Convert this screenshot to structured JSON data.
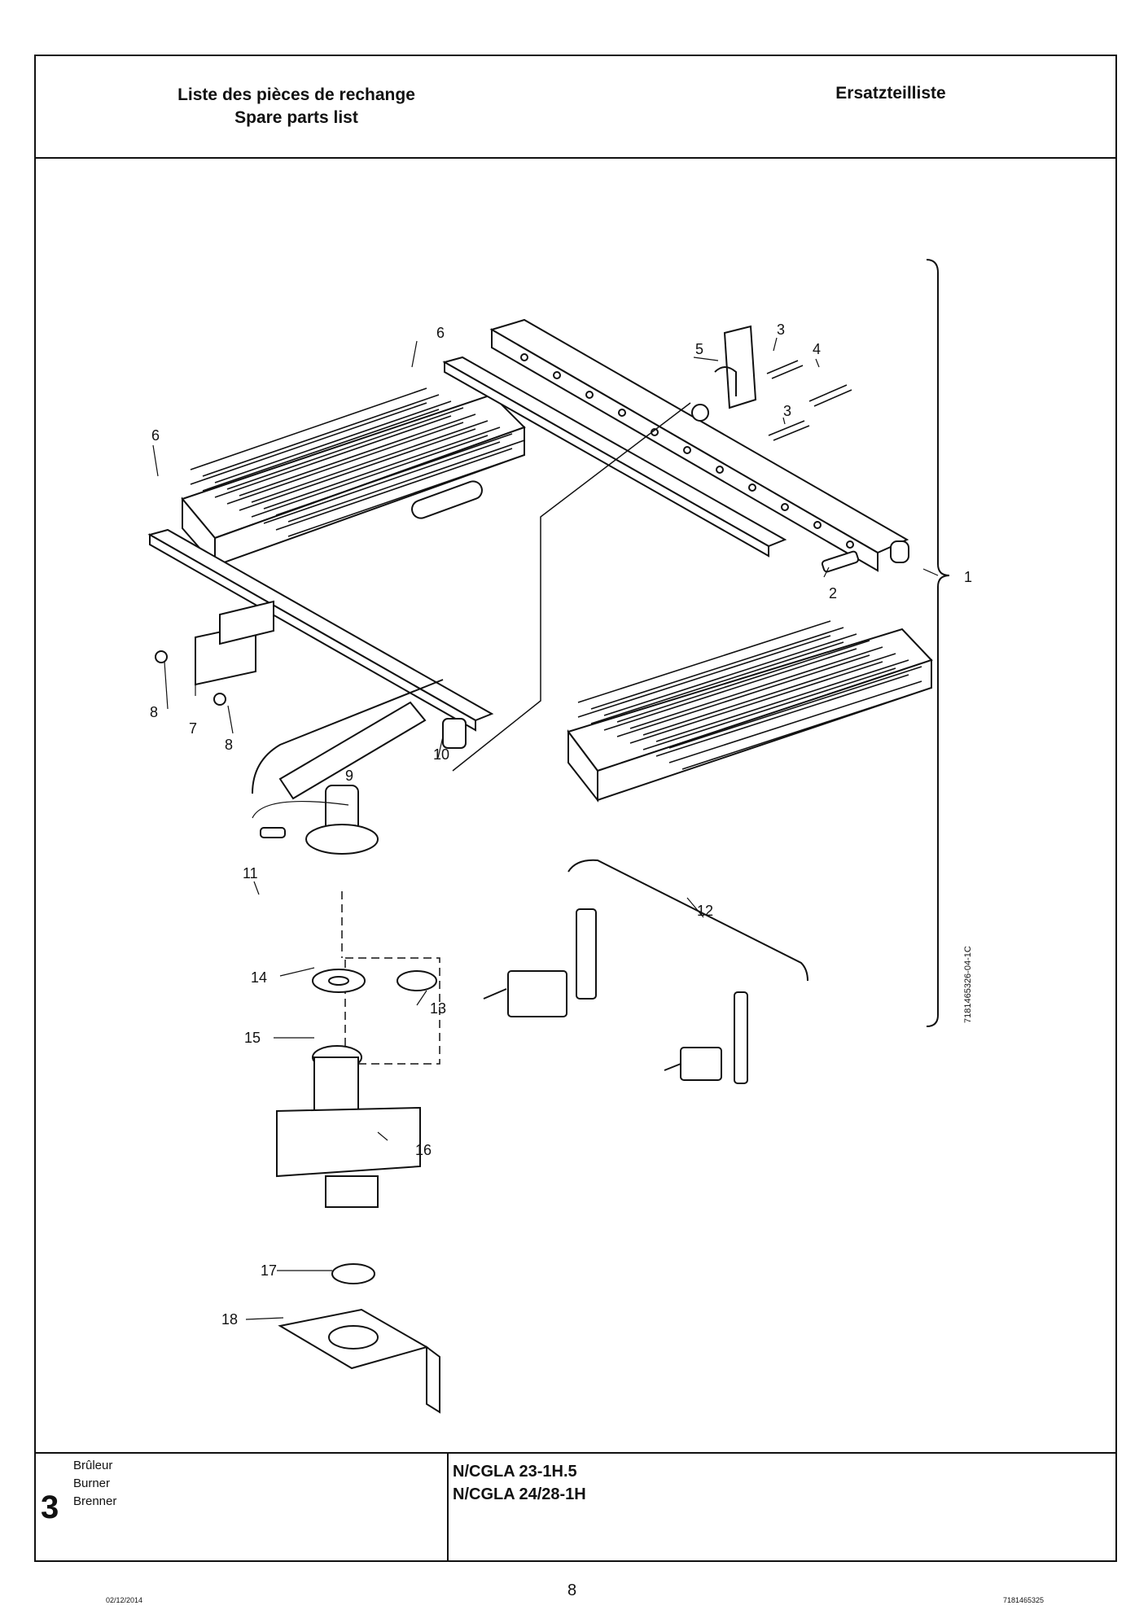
{
  "header": {
    "title_fr": "Liste des pièces de rechange",
    "title_en": "Spare parts list",
    "title_de": "Ersatzteilliste"
  },
  "drawing": {
    "callouts": [
      "1",
      "2",
      "3",
      "3",
      "4",
      "5",
      "6",
      "6",
      "7",
      "8",
      "8",
      "9",
      "10",
      "11",
      "12",
      "13",
      "14",
      "15",
      "16",
      "17",
      "18"
    ],
    "drawing_ref": "7181465326-04-1C"
  },
  "footer": {
    "section_number": "3",
    "section_names": [
      "Brûleur",
      "Burner",
      "Brenner"
    ],
    "models": [
      "N/CGLA 23-1H.5",
      "N/CGLA 24/28-1H"
    ]
  },
  "page": {
    "number": "8",
    "date": "02/12/2014",
    "doc_ref": "7181465325"
  }
}
